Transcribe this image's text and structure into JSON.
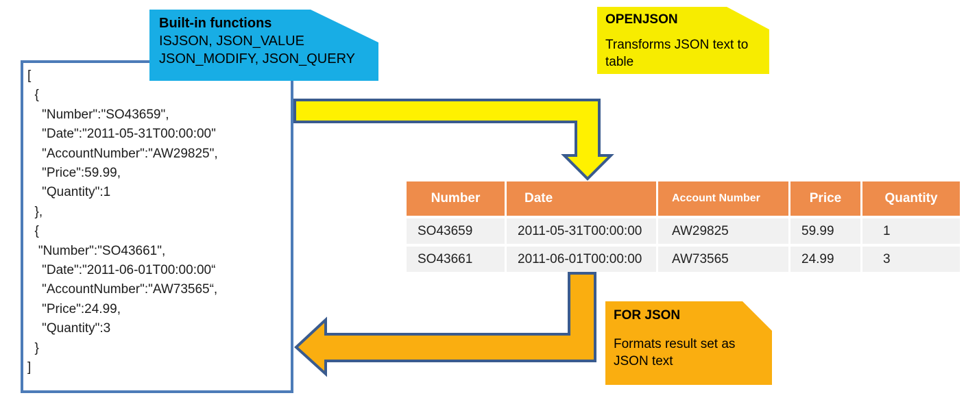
{
  "diagram": {
    "title_hint": "SQL Server JSON workflow diagram",
    "callouts": {
      "builtin_functions": {
        "title": "Built-in functions",
        "line1": "ISJSON, JSON_VALUE",
        "line2": "JSON_MODIFY, JSON_QUERY",
        "fill": "#18ADE5"
      },
      "openjson": {
        "title": "OPENJSON",
        "body": "Transforms JSON text to table",
        "fill": "#F7EC00"
      },
      "for_json": {
        "title": "FOR JSON",
        "body": "Formats result set as JSON text",
        "fill": "#FAAE10"
      }
    },
    "json_document": {
      "lines": [
        "[",
        "  {",
        "    \"Number\":\"SO43659\",",
        "    \"Date\":\"2011-05-31T00:00:00\"",
        "    \"AccountNumber\":\"AW29825\",",
        "    \"Price\":59.99,",
        "    \"Quantity\":1",
        "  },",
        "  {",
        "   \"Number\":\"SO43661\",",
        "    \"Date\":\"2011-06-01T00:00:00“",
        "    \"AccountNumber\":\"AW73565“,",
        "    \"Price\":24.99,",
        "    \"Quantity\":3",
        "  }",
        "]"
      ]
    },
    "table": {
      "headers": [
        "Number",
        "Date",
        "Account Number",
        "Price",
        "Quantity"
      ],
      "rows": [
        [
          "SO43659",
          "2011-05-31T00:00:00",
          "AW29825",
          "59.99",
          "1"
        ],
        [
          "SO43661",
          "2011-06-01T00:00:00",
          "AW73565",
          "24.99",
          "3"
        ]
      ],
      "header_bg": "#EE8C4B",
      "row_bg": "#F1F1F1",
      "header_text_color": "#FFFFFF"
    },
    "arrows": {
      "openjson_arrow": {
        "direction": "down",
        "fill": "#FFF100",
        "stroke": "#3A5B8E"
      },
      "for_json_arrow": {
        "direction": "left",
        "fill": "#FAAE10",
        "stroke": "#3A5B8E"
      }
    },
    "colors": {
      "json_box_border": "#4D7CB8"
    }
  }
}
